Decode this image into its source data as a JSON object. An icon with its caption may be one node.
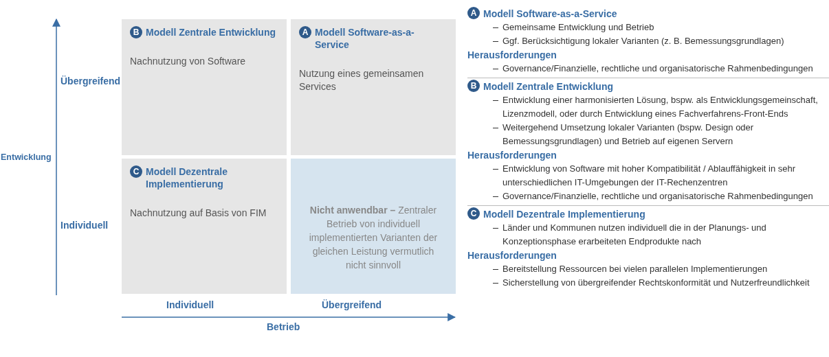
{
  "diagram": {
    "nodes": [
      {
        "text": [
          "B",
          "Modell Zentrale Entwicklung",
          "Nachnutzung von Software"
        ]
      },
      {
        "text": [
          "A",
          "Modell Software-as-a-Service",
          "Nutzung eines gemeinsamen Services"
        ]
      },
      {
        "text": [
          "C",
          "Modell Dezentrale Implementierung",
          "Nachnutzung auf Basis von FIM"
        ]
      },
      {
        "text": [
          "**Nicht anwendbar –** Zentraler Betrieb von individuell implementierten Varianten der gleichen Leistung vermutlich nicht sinnvoll"
        ]
      }
    ],
    "labels": [
      "Übergreifend",
      "Entwicklung",
      "Individuell",
      "Individuell",
      "Übergreifend",
      "Betrieb",
      "A",
      "Modell Software-as-a-Service",
      "Gemeinsame Entwicklung und Betrieb",
      "Ggf. Berücksichtigung lokaler Varianten (z. B. Bemessungsgrundlagen)",
      "Herausforderungen",
      "Governance/Finanzielle, rechtliche und organisatorische Rahmenbedingungen",
      "B",
      "Modell Zentrale Entwicklung",
      "Entwicklung einer harmonisierten Lösung, bspw. als Entwicklungsgemeinschaft, Lizenzmodell, oder durch Entwicklung eines Fachverfahrens-Front-Ends",
      "Weitergehend Umsetzung lokaler Varianten (bspw. Design oder Bemessungsgrundlagen) und Betrieb auf eigenen Servern",
      "Herausforderungen",
      "Entwicklung von Software mit hoher Kompatibilität / Ablauffähigkeit in sehr unterschiedlichen IT-Umgebungen der IT-Rechenzentren",
      "Governance/Finanzielle, rechtliche und organisatorische Rahmenbedingungen",
      "C",
      "Modell Dezentrale Implementierung",
      "Länder und Kommunen nutzen individuell die in der Planungs- und Konzeptionsphase erarbeiteten Endprodukte nach",
      "Herausforderungen",
      "Bereitstellung Ressourcen bei vielen parallelen Implementierungen",
      "Sicherstellung von übergreifender Rechtskonformität und Nutzerfreundlichkeit"
    ]
  }
}
